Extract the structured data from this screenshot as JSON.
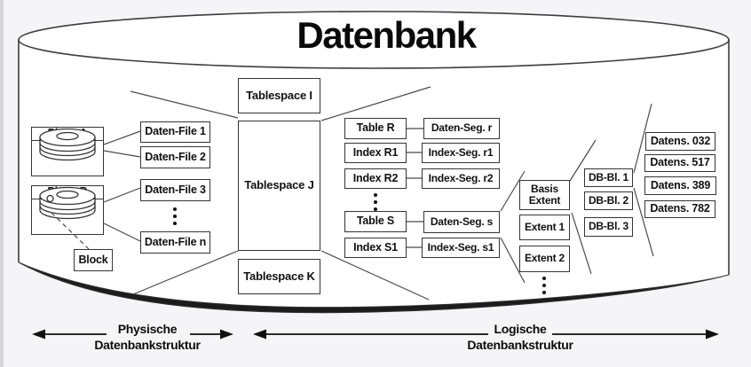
{
  "title": "Datenbank",
  "physical": {
    "disk_a": "Platte A",
    "disk_b": "Platte B",
    "block": "Block",
    "files": [
      "Daten-File 1",
      "Daten-File 2",
      "Daten-File 3",
      "Daten-File n"
    ]
  },
  "logical": {
    "tablespaces": [
      "Tablespace I",
      "Tablespace J",
      "Tablespace K"
    ],
    "tables": [
      "Table R",
      "Index R1",
      "Index R2",
      "Table S",
      "Index S1"
    ],
    "segments": [
      "Daten-Seg. r",
      "Index-Seg. r1",
      "Index-Seg. r2",
      "Daten-Seg. s",
      "Index-Seg. s1"
    ],
    "extents": [
      "Basis Extent",
      "Extent 1",
      "Extent 2"
    ],
    "db_blocks": [
      "DB-Bl. 1",
      "DB-Bl. 2",
      "DB-Bl. 3"
    ],
    "records": [
      "Datens. 032",
      "Datens. 517",
      "Datens. 389",
      "Datens. 782"
    ]
  },
  "legend": {
    "physical_line1": "Physische",
    "physical_line2": "Datenbankstruktur",
    "logical_line1": "Logische",
    "logical_line2": "Datenbankstruktur"
  },
  "colors": {
    "background": "#f5f5f7",
    "box_border": "#343434",
    "line": "#4a4a4a",
    "ink": "#111111"
  }
}
